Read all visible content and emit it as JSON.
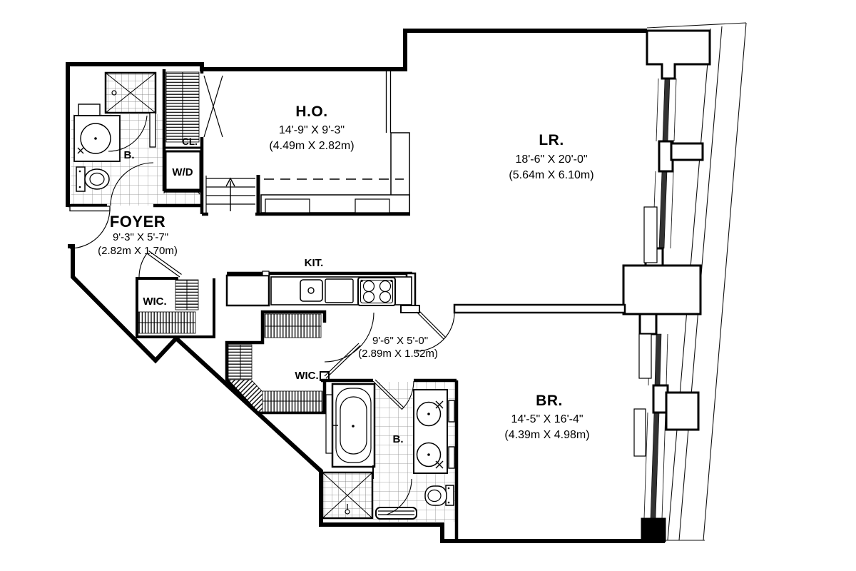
{
  "title": "Apartment floor plan",
  "rooms": {
    "ho": {
      "name": "H.O.",
      "imperial": "14'-9\" X 9'-3\"",
      "metric": "(4.49m X 2.82m)"
    },
    "lr": {
      "name": "LR.",
      "imperial": "18'-6\" X 20'-0\"",
      "metric": "(5.64m X 6.10m)"
    },
    "br": {
      "name": "BR.",
      "imperial": "14'-5\" X 16'-4\"",
      "metric": "(4.39m X 4.98m)"
    },
    "foyer": {
      "name": "FOYER",
      "imperial": "9'-3\" X 5'-7\"",
      "metric": "(2.82m X 1.70m)"
    },
    "hall": {
      "imperial": "9'-6\" X 5'-0\"",
      "metric": "(2.89m X 1.52m)"
    },
    "kitchen": {
      "name": "KIT."
    },
    "wic1": {
      "name": "WIC."
    },
    "wic2": {
      "name": "WIC."
    },
    "bath1": {
      "name": "B."
    },
    "bath2": {
      "name": "B."
    },
    "closet": {
      "name": "CL."
    },
    "laundry": {
      "name": "W/D"
    }
  },
  "colors": {
    "line": "#000000",
    "background": "#ffffff",
    "window_glass": "#333333"
  }
}
